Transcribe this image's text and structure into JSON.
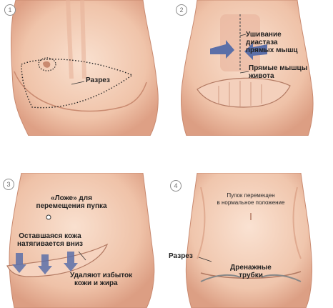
{
  "panels": [
    {
      "number": "1",
      "labels": {
        "incision": "Разрез"
      }
    },
    {
      "number": "2",
      "labels": {
        "diastasis": [
          "Ушивание",
          "диастаза",
          "прямых мышц"
        ],
        "rectus": [
          "Прямые мышцы",
          "живота"
        ]
      }
    },
    {
      "number": "3",
      "labels": {
        "navel_bed": [
          "«Ложе» для",
          "перемещения пупка"
        ],
        "skin_pulled": [
          "Оставшаяся кожа",
          "натягивается вниз"
        ],
        "excess_removed": [
          "Удаляют избыток",
          "кожи и жира"
        ]
      }
    },
    {
      "number": "4",
      "labels": {
        "navel_moved": [
          "Пупок перемещен",
          "в нормальное положение"
        ],
        "incision": "Разрез",
        "drains": [
          "Дренажные",
          "трубки"
        ]
      }
    }
  ],
  "colors": {
    "skin_light": "#f7d9c6",
    "skin_mid": "#eec0a6",
    "skin_shadow": "#d99d82",
    "arrow_blue": "#5b6fa8",
    "dotted_line": "#222222"
  }
}
